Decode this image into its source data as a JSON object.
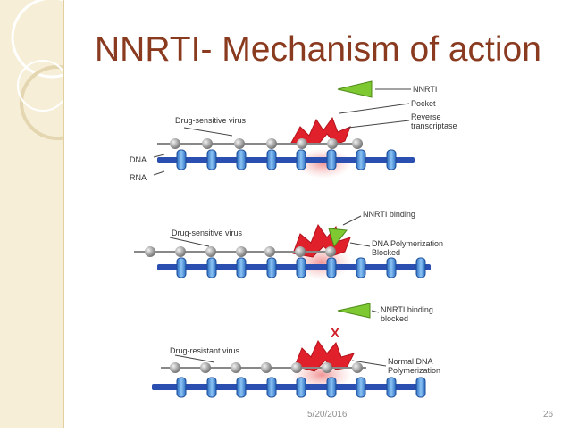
{
  "slide": {
    "title": "NNRTI- Mechanism of action",
    "date": "5/20/2016",
    "page_number": "26"
  },
  "colors": {
    "title": "#8a3a1f",
    "sidebar": "#f6eed6",
    "enzyme": "#e0202b",
    "rna_strand": "#2a4fb0",
    "nucleotide": "#3a8bd8",
    "dna_bead": "#a9a9a9",
    "nnrti": "#7ec832"
  },
  "diagram": {
    "panel_top": {
      "drug_label": "Drug-sensitive virus",
      "dna_label": "DNA",
      "rna_label": "RNA",
      "nnrti_label": "NNRTI",
      "pocket_label": "Pocket",
      "rt_label_line1": "Reverse",
      "rt_label_line2": "transcriptase"
    },
    "panel_middle": {
      "drug_label": "Drug-sensitive virus",
      "binding_label": "NNRTI binding",
      "polymerization_line1": "DNA Polymerization",
      "polymerization_line2": "Blocked"
    },
    "panel_bottom": {
      "drug_label": "Drug-resistant virus",
      "binding_blocked_line1": "NNRTI binding",
      "binding_blocked_line2": "blocked",
      "x_mark": "X",
      "normal_line1": "Normal DNA",
      "normal_line2": "Polymerization"
    }
  }
}
